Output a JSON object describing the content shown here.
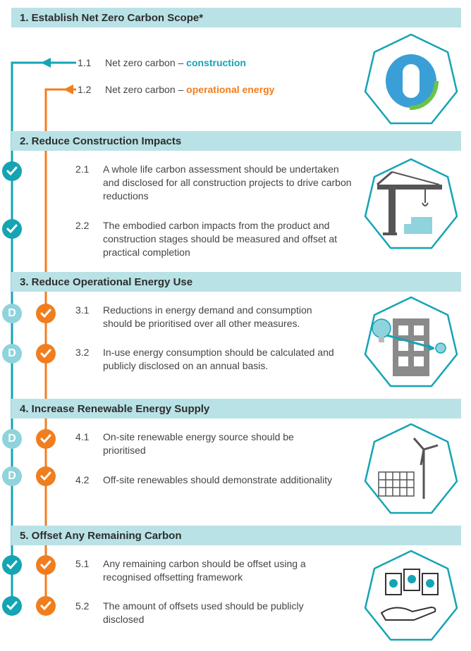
{
  "sections": [
    {
      "title": "1. Establish Net Zero Carbon Scope*"
    },
    {
      "title": "2. Reduce Construction Impacts"
    },
    {
      "title": "3. Reduce Operational Energy Use"
    },
    {
      "title": "4. Increase Renewable Energy Supply"
    },
    {
      "title": "5. Offset Any Remaining Carbon"
    }
  ],
  "scope": [
    {
      "num": "1.1",
      "prefix": "Net zero carbon – ",
      "highlight": "construction"
    },
    {
      "num": "1.2",
      "prefix": "Net zero carbon – ",
      "highlight": "operational energy"
    }
  ],
  "items": [
    {
      "num": "2.1",
      "text": "A whole life carbon assessment should be undertaken and disclosed for all construction projects to drive carbon reductions"
    },
    {
      "num": "2.2",
      "text": "The embodied carbon impacts from the product and construction stages should be measured and offset at practical completion"
    },
    {
      "num": "3.1",
      "text": "Reductions in energy demand and consumption should be prioritised over all other measures."
    },
    {
      "num": "3.2",
      "text": "In-use energy consumption should be calculated and publicly disclosed on an annual basis."
    },
    {
      "num": "4.1",
      "text": "On-site renewable energy source should be prioritised"
    },
    {
      "num": "4.2",
      "text": "Off-site renewables should demonstrate additionality"
    },
    {
      "num": "5.1",
      "text": "Any remaining carbon should be offset using a recognised offsetting framework"
    },
    {
      "num": "5.2",
      "text": "The amount of offsets used should be publicly disclosed"
    }
  ],
  "markers": {
    "disclose_letter": "D"
  },
  "colors": {
    "teal": "#14a4b4",
    "light_teal": "#8fd3dc",
    "orange": "#f07e1f",
    "header_bg": "#b9e2e6"
  },
  "icons": [
    "logo-icon",
    "crane-icon",
    "building-bulb-icon",
    "wind-solar-icon",
    "certificates-hand-icon"
  ]
}
